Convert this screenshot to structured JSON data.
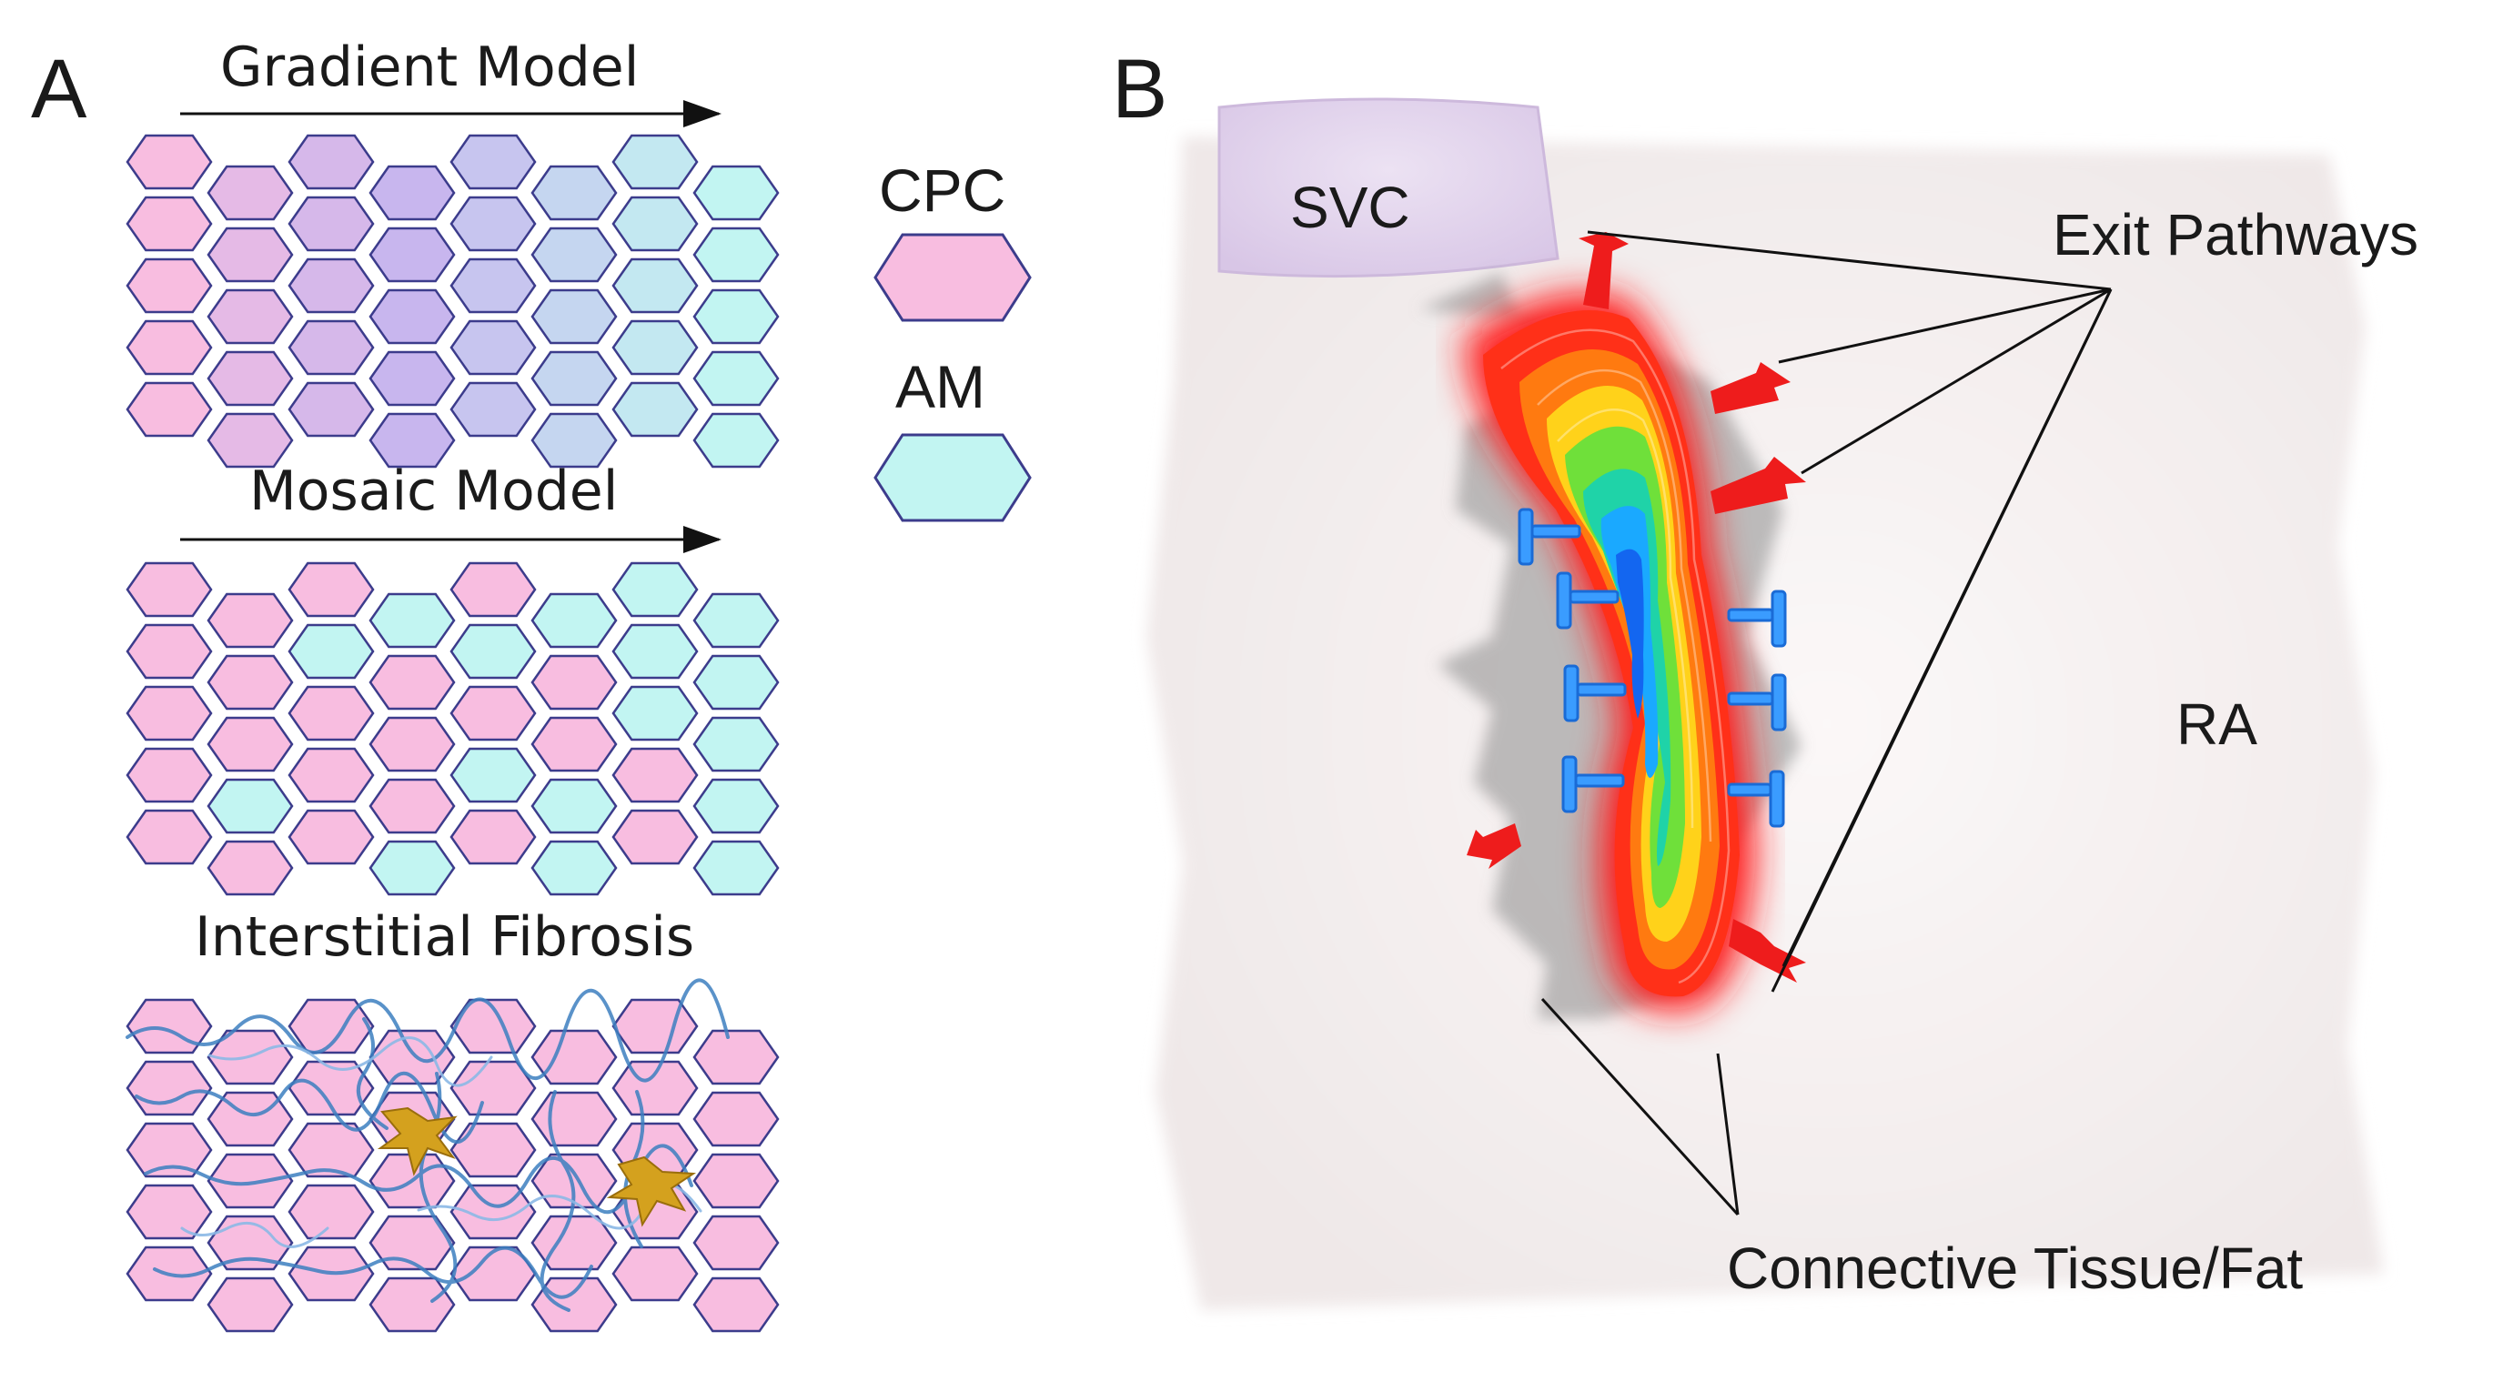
{
  "panel_a": {
    "letter": "A",
    "gradient_title": "Gradient Model",
    "mosaic_title": "Mosaic Model",
    "fibrosis_title": "Interstitial Fibrosis"
  },
  "legend": {
    "cpc_label": "CPC",
    "am_label": "AM"
  },
  "panel_b": {
    "letter": "B",
    "svc_label": "SVC",
    "exit_label": "Exit Pathways",
    "ra_label": "RA",
    "connective_label": "Connective Tissue/Fat"
  },
  "colors": {
    "cpc_fill": "#f8bde0",
    "am_fill": "#c2f5f2",
    "hex_stroke": "#3c3c8c",
    "block_stroke": "#1a7fe0",
    "block_fill": "#3a9cff",
    "fibroblast": "#d4a11e",
    "fiber": "#3d7fc0"
  },
  "grids": {
    "gradient": [
      "CPC",
      "CPC->AM 0.2",
      "CPC->AM 0.35",
      "CPC->AM 0.5",
      "CPC->AM 0.6",
      "CPC->AM 0.75",
      "AM 0.9",
      "AM"
    ],
    "mosaic": [
      [
        "CPC",
        "CPC",
        "CPC",
        "AM",
        "CPC",
        "AM",
        "AM",
        "AM"
      ],
      [
        "CPC",
        "CPC",
        "AM",
        "CPC",
        "AM",
        "CPC",
        "AM",
        "AM"
      ],
      [
        "CPC",
        "CPC",
        "CPC",
        "CPC",
        "CPC",
        "CPC",
        "AM",
        "AM"
      ],
      [
        "CPC",
        "AM",
        "CPC",
        "CPC",
        "AM",
        "AM",
        "CPC",
        "AM"
      ],
      [
        "CPC",
        "CPC",
        "CPC",
        "AM",
        "CPC",
        "AM",
        "CPC",
        "AM"
      ]
    ]
  }
}
